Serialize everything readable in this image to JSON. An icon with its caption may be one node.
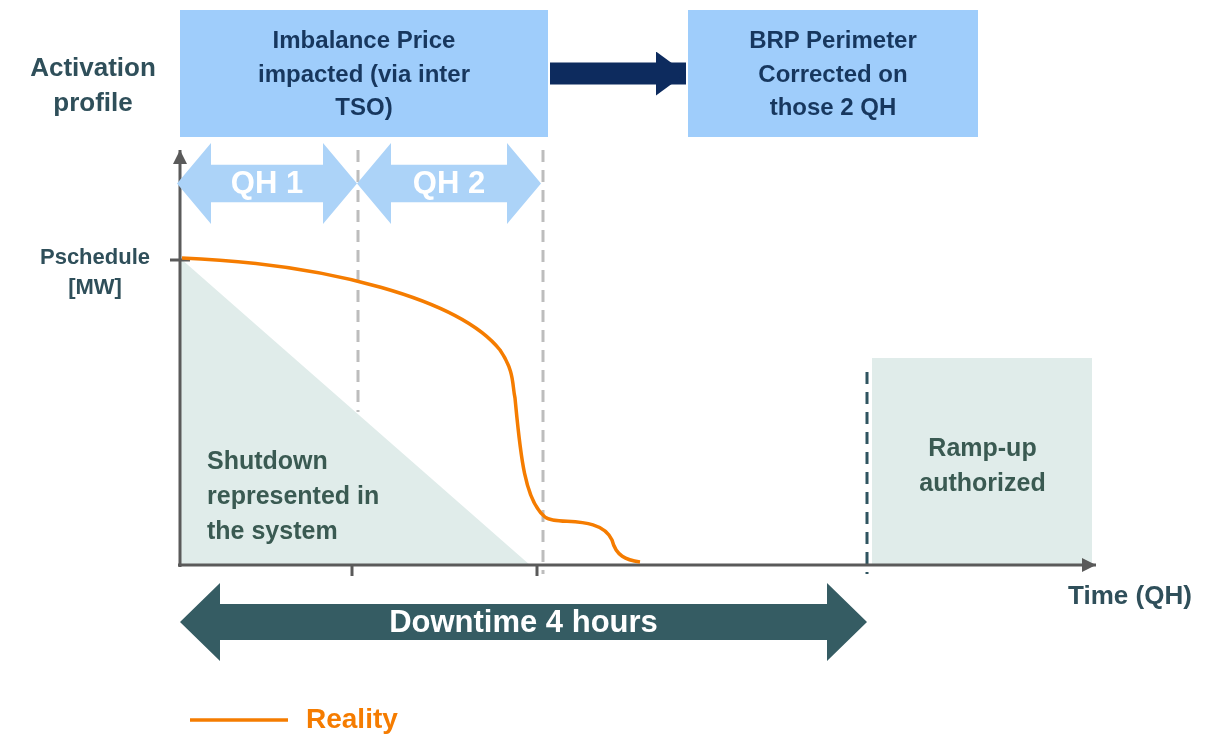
{
  "diagram": {
    "nodes": [
      {
        "text": [
          "Imbalance Price impacted (via inter TSO)"
        ]
      },
      {
        "text": [
          "BRP Perimeter Corrected on those 2 QH"
        ]
      },
      {
        "text": [
          "QH 1"
        ]
      },
      {
        "text": [
          "QH 2"
        ]
      },
      {
        "text": [
          "Shutdown represented in the system"
        ]
      },
      {
        "text": [
          "Ramp-up authorized"
        ]
      },
      {
        "text": [
          "Downtime 4 hours"
        ]
      }
    ],
    "edges": [
      {
        "from": 0,
        "to": 1,
        "arrow": "to"
      }
    ],
    "labels": [
      "Activation profile",
      "Pschedule [MW]",
      "Time (QH)"
    ],
    "legend": [
      {
        "text": "Reality"
      }
    ]
  }
}
